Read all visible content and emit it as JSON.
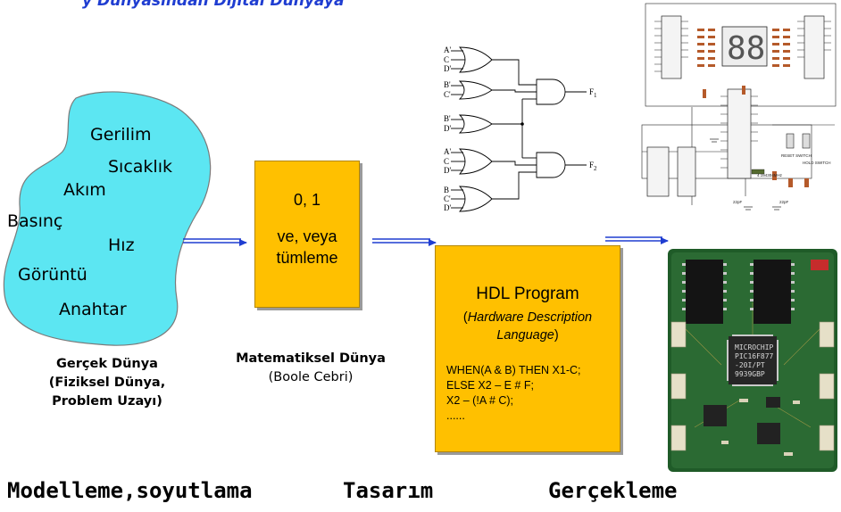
{
  "top_text": "y Dünyasından Dijital Dünyaya",
  "physical_quantities": [
    "Gerilim",
    "Sıcaklık",
    "Akım",
    "Basınç",
    "Hız",
    "Görüntü",
    "Anahtar"
  ],
  "physical_caption": [
    "Gerçek Dünya",
    "(Fiziksel Dünya,",
    "Problem Uzayı)"
  ],
  "math_box": {
    "line1": "0, 1",
    "line2": "ve, veya",
    "line3": "tümleme"
  },
  "math_caption": {
    "title": "Matematiksel Dünya",
    "subtitle": "(Boole Cebri)"
  },
  "hdl_box": {
    "title": "HDL Program",
    "subtitle_open": "(",
    "subtitle_italic_1": "Hardware Description",
    "subtitle_italic_2": "Language",
    "subtitle_close": ")",
    "code": [
      "WHEN(A & B) THEN X1-C;",
      "ELSE X2 – E # F;",
      "X2 – (!A # C);",
      "......"
    ]
  },
  "logic_diagram": {
    "inputs_g1": [
      "A'",
      "C",
      "D'"
    ],
    "inputs_g2": [
      "B'",
      "C'"
    ],
    "inputs_g3": [
      "B'",
      "D'"
    ],
    "inputs_g4": [
      "A'",
      "C",
      "D'"
    ],
    "inputs_g5": [
      "B",
      "C'",
      "D'"
    ],
    "outputs": [
      "F",
      "F"
    ],
    "output_subscripts": [
      "1",
      "2"
    ]
  },
  "schematic": {
    "display_digits": "88",
    "switch_labels": [
      "RESET SWITCH",
      "HOLD SWITCH"
    ],
    "crystal_label": "4.194304MHz",
    "cap_labels": [
      "22pF",
      "22pF"
    ]
  },
  "pcb": {
    "chip_label": [
      "MICROCHIP",
      "PIC16F877",
      "-20I/PT",
      "9939GBP"
    ]
  },
  "bottom_labels": [
    "Modelleme,soyutlama",
    "Tasarım",
    "Gerçekleme"
  ],
  "colors": {
    "blob": "#5ce6f2",
    "box": "#ffc000",
    "arrow": "#1f3dd1",
    "pcb": "#1f5b28"
  }
}
